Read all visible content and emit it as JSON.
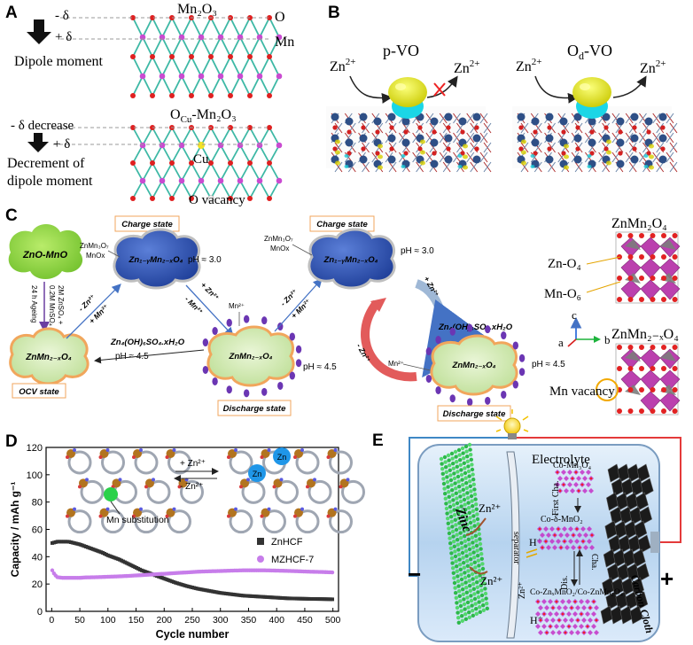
{
  "panels": {
    "a": "A",
    "b": "B",
    "c": "C",
    "d": "D",
    "e": "E"
  },
  "panel_a": {
    "top_formula": "Mn₂O₃",
    "top_minus": "- δ",
    "top_plus": "+ δ",
    "label_o": "O",
    "label_mn": "Mn",
    "dipole": "Dipole moment",
    "bottom_formula": "O",
    "bottom_formula_sub": "Cu",
    "bottom_formula_rest": "-Mn₂O₃",
    "decrease": "- δ decrease",
    "bottom_plus": "+ δ",
    "cu": "Cu",
    "decrement_1": "Decrement of",
    "decrement_2": "dipole moment",
    "o_vacancy": "O vacancy"
  },
  "panel_b": {
    "pvo": "p-VO",
    "odvo": "O",
    "odvo_sub": "d",
    "odvo_rest": "-VO",
    "zn": "Zn",
    "zn_sup": "2+"
  },
  "panel_c": {
    "zno_mno": "ZnO-MnO",
    "reagent_1": "2M ZnSO₄ +",
    "reagent_2": "0.2M MnSO₄",
    "reagent_3": "24 h Ageing",
    "ocv_left": "ZnMn₂₋ₓO₄",
    "ocv_state": "OCV state",
    "charge_state": "Charge state",
    "charge_state_2": "Charge state",
    "znmn3o7": "ZnMn₃O₇",
    "mnox": "MnOx",
    "znmn3o7_2": "ZnMn₃O₇",
    "mnox_2": "MnOx",
    "charge_compound": "Zn₁₋ᵧMn₂₋ₓO₄",
    "charge_compound_2": "Zn₁₋ᵧMn₂₋ₓO₄",
    "ph_30": "pH ≈ 3.0",
    "ph_30_b": "pH ≈ 3.0",
    "ph_45_a": "pH ≈ 4.5",
    "ph_45_b": "pH ≈ 4.5",
    "ph_45_c": "pH ≈ 4.5",
    "minus_zn": "- Zn²⁺",
    "plus_mn": "+ Mn²⁺",
    "plus_zn": "+ Zn²⁺",
    "minus_mn": "- Mn²⁺",
    "minus_zn_2": "- Zn²⁺",
    "plus_mn_2": "+ Mn²⁺",
    "plus_zn_2": "+ Zn²⁺",
    "minus_zn_3": "- Zn²⁺",
    "mn2plus": "Mn²⁺",
    "mn2plus_2": "Mn²⁺",
    "zhs": "Zn₄(OH)₆SO₄.xH₂O",
    "zhs_2": "Zn₄(OH)₆SO₄.xH₂O",
    "discharge_compound": "ZnMn₂₋ₓO₄",
    "discharge_compound_2": "ZnMn₂₋ₓO₄",
    "discharge_state": "Discharge state",
    "discharge_state_2": "Discharge state",
    "znmn2o4": "ZnMn₂O₄",
    "zn_o4": "Zn-O₄",
    "mn_o6": "Mn-O₆",
    "axis_c": "c",
    "axis_a": "a",
    "axis_b": "b",
    "znmn2xo4": "ZnMn₂₋ₓO₄",
    "mn_vacancy": "Mn vacancy"
  },
  "panel_d": {
    "ylabel": "Capacity / mAh g⁻¹",
    "xlabel": "Cycle number",
    "plus_zn": "+ Zn²⁺",
    "minus_zn": "- Zn²⁺",
    "zn_ion": "Zn",
    "mn_sub": "Mn substitution"
  },
  "panel_e": {
    "electrolyte": "Electrolyte",
    "zinc": "Zinc",
    "separator": "separator",
    "carbon_cloth": "Carbon Cloth",
    "co_mn3o4": "Co-Mn₃O₄",
    "first_cha": "First Cha.",
    "co_delta": "Co-δ-MnO₂",
    "cha": "Cha.",
    "dis": "Dis.",
    "co_zn": "Co-ZnₓMnO₂/Co-ZnMn₂O₄",
    "zn2": "Zn²⁺",
    "zn2_b": "Zn²⁺",
    "zn2_c": "Zn²⁺",
    "h_plus": "H⁺",
    "h_plus_b": "H⁺",
    "minus": "−",
    "plus": "+"
  },
  "chart_data": {
    "type": "scatter",
    "xlabel": "Cycle number",
    "ylabel": "Capacity / mAh g⁻¹",
    "xlim": [
      -10,
      510
    ],
    "ylim": [
      0,
      120
    ],
    "xticks": [
      0,
      50,
      100,
      150,
      200,
      250,
      300,
      350,
      400,
      450,
      500
    ],
    "yticks": [
      0,
      20,
      40,
      60,
      80,
      100,
      120
    ],
    "legend": "center-right",
    "series": [
      {
        "name": "ZnHCF",
        "color": "#333333",
        "marker": "square",
        "x": [
          1,
          10,
          20,
          30,
          40,
          50,
          60,
          70,
          80,
          90,
          100,
          110,
          120,
          130,
          140,
          150,
          160,
          170,
          180,
          190,
          200,
          220,
          240,
          260,
          280,
          300,
          320,
          340,
          360,
          380,
          400,
          420,
          440,
          460,
          480,
          500
        ],
        "y": [
          50,
          51,
          51,
          51,
          50,
          49,
          47.5,
          46,
          44.5,
          43,
          41,
          39.5,
          38,
          36,
          34,
          32,
          30,
          28.5,
          27,
          25.5,
          24,
          21,
          18.5,
          16.5,
          15,
          13.5,
          12.5,
          11.5,
          11,
          10.5,
          10,
          9.5,
          9.3,
          9.1,
          9,
          8.8
        ]
      },
      {
        "name": "MZHCF-7",
        "color": "#c77dea",
        "marker": "circle",
        "x": [
          1,
          5,
          10,
          20,
          30,
          40,
          50,
          60,
          80,
          100,
          120,
          140,
          160,
          180,
          200,
          220,
          240,
          260,
          280,
          300,
          320,
          340,
          360,
          380,
          400,
          420,
          440,
          460,
          480,
          500
        ],
        "y": [
          30,
          27,
          25,
          24.5,
          24.5,
          24.5,
          24.5,
          24.8,
          25,
          25.3,
          25.6,
          26,
          26.5,
          27,
          27.5,
          28,
          28.5,
          29,
          29.3,
          29.5,
          29.8,
          30,
          30,
          30,
          29.8,
          29.6,
          29.3,
          29,
          28.8,
          28.5
        ]
      }
    ]
  }
}
